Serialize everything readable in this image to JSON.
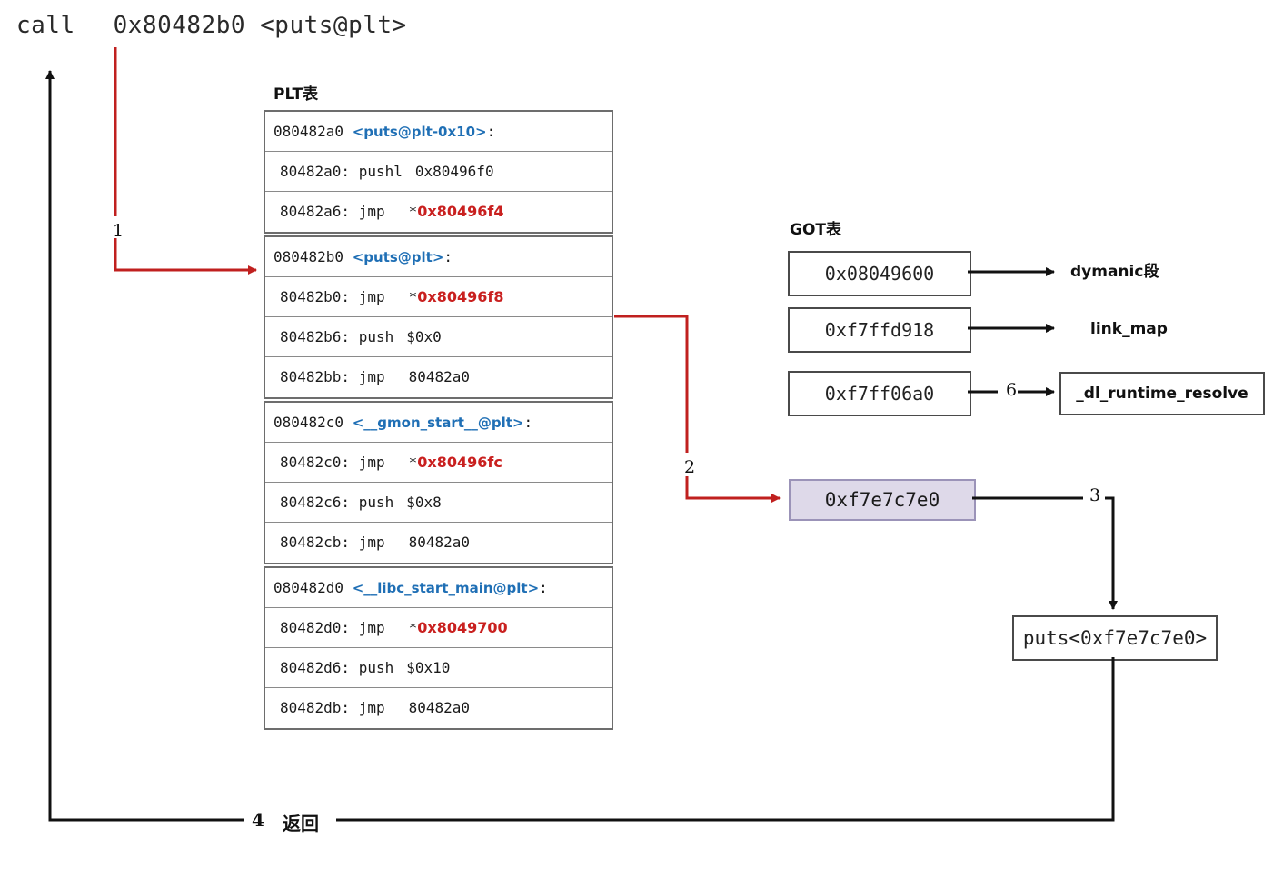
{
  "header": {
    "keyword": "call",
    "operand": "0x80482b0 <puts@plt>"
  },
  "plt": {
    "title": "PLT表",
    "groups": [
      {
        "header_addr": "080482a0",
        "header_sym": "<puts@plt-0x10>",
        "header_colon": ":",
        "rows": [
          {
            "addr": "80482a0:",
            "mnemonic": "pushl",
            "operand": "0x80496f0",
            "operand_red": false,
            "star": false
          },
          {
            "addr": "80482a6:",
            "mnemonic": "jmp",
            "operand": "0x80496f4",
            "operand_red": true,
            "star": true
          }
        ]
      },
      {
        "header_addr": "080482b0",
        "header_sym": "<puts@plt>",
        "header_colon": ":",
        "rows": [
          {
            "addr": "80482b0:",
            "mnemonic": "jmp",
            "operand": "0x80496f8",
            "operand_red": true,
            "star": true
          },
          {
            "addr": "80482b6:",
            "mnemonic": "push",
            "operand": "$0x0",
            "operand_red": false,
            "star": false
          },
          {
            "addr": "80482bb:",
            "mnemonic": "jmp",
            "operand": "80482a0",
            "operand_red": false,
            "star": false
          }
        ]
      },
      {
        "header_addr": "080482c0",
        "header_sym": "<__gmon_start__@plt>",
        "header_colon": ":",
        "rows": [
          {
            "addr": "80482c0:",
            "mnemonic": "jmp",
            "operand": "0x80496fc",
            "operand_red": true,
            "star": true
          },
          {
            "addr": "80482c6:",
            "mnemonic": "push",
            "operand": "$0x8",
            "operand_red": false,
            "star": false
          },
          {
            "addr": "80482cb:",
            "mnemonic": "jmp",
            "operand": "80482a0",
            "operand_red": false,
            "star": false
          }
        ]
      },
      {
        "header_addr": "080482d0",
        "header_sym": "<__libc_start_main@plt>",
        "header_colon": ":",
        "rows": [
          {
            "addr": "80482d0:",
            "mnemonic": "jmp",
            "operand": "0x8049700",
            "operand_red": true,
            "star": true
          },
          {
            "addr": "80482d6:",
            "mnemonic": "push",
            "operand": "$0x10",
            "operand_red": false,
            "star": false
          },
          {
            "addr": "80482db:",
            "mnemonic": "jmp",
            "operand": "80482a0",
            "operand_red": false,
            "star": false
          }
        ]
      }
    ]
  },
  "got": {
    "title": "GOT表",
    "entries": [
      {
        "value": "0x08049600",
        "target_label": "dymanic段"
      },
      {
        "value": "0xf7ffd918",
        "target_label": "link_map"
      },
      {
        "value": "0xf7ff06a0",
        "target_label": "_dl_runtime_resolve"
      }
    ]
  },
  "resolved": {
    "got_entry_value": "0xf7e7c7e0",
    "function_box": "puts<0xf7e7c7e0>"
  },
  "steps": {
    "s1": "1",
    "s2": "2",
    "s3": "3",
    "s4": "4",
    "s6": "6",
    "return_label": "返回"
  },
  "colors": {
    "accent_red": "#c9201f",
    "symbol_blue": "#1f6fb5",
    "highlight_fill": "#ded9e9",
    "highlight_border": "#9b93b8",
    "box_border": "#4a4a4a",
    "table_border": "#6d6d6d"
  }
}
